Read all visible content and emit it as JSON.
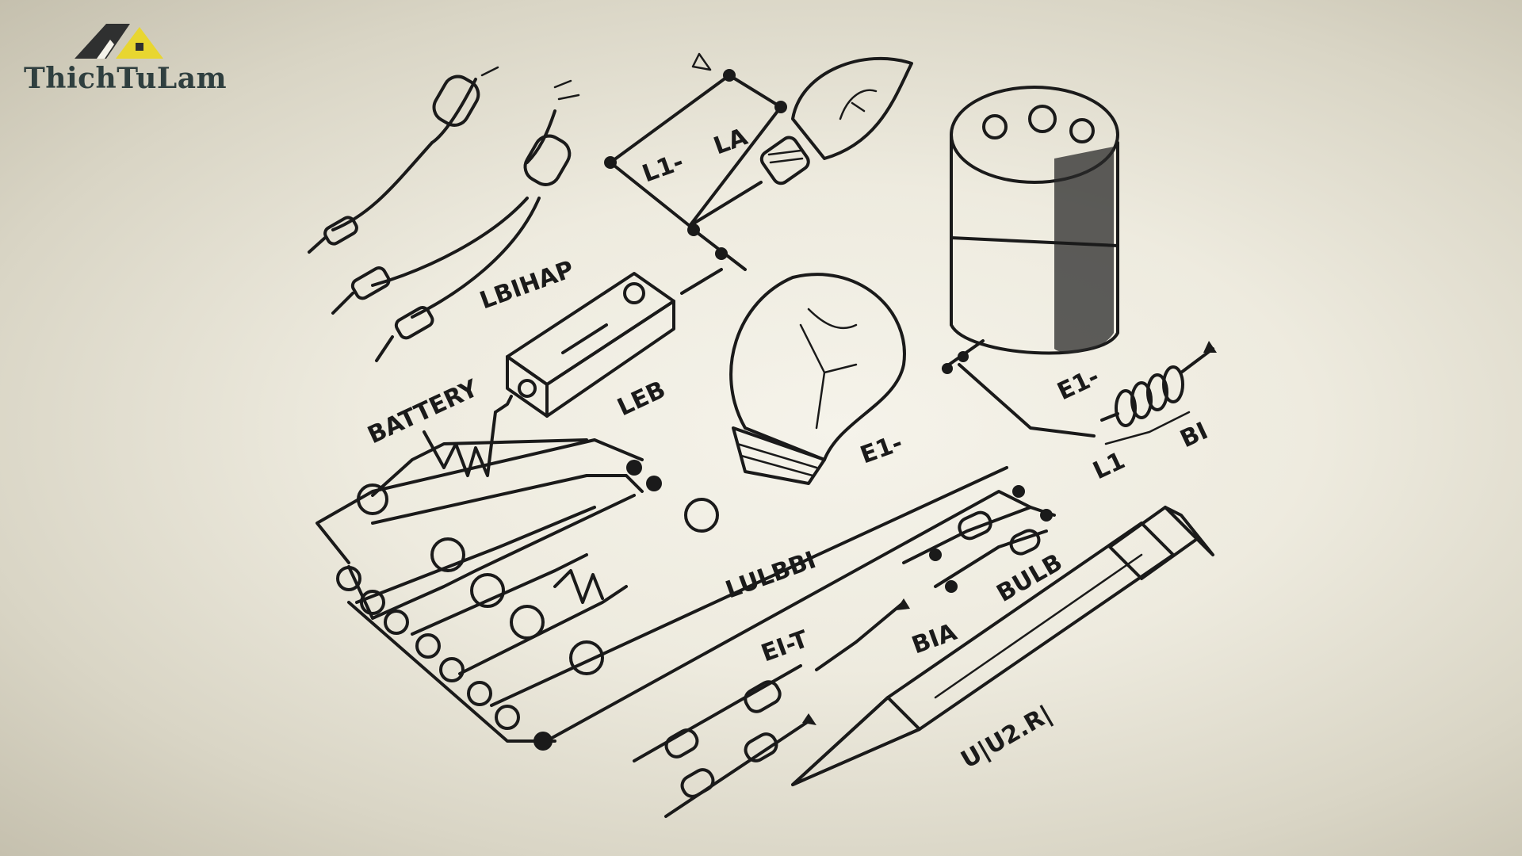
{
  "logo": {
    "text": "ThichTuLam"
  },
  "labels": {
    "battery": "BATTERY",
    "lbhap": "LBIHAP",
    "leb": "LEB",
    "l1": "L1-",
    "la": "LA",
    "lulbbi": "LULBBI",
    "e1_mid": "E1-",
    "eit": "EI-T",
    "bia": "BIA",
    "bulb": "BULB",
    "e1_right": "E1-",
    "l1_bottom": "L1",
    "bi": "BI",
    "formula": "U|U2.R|"
  },
  "colors": {
    "ink": "#1a1a1a",
    "paper": "#f5f3ea",
    "logo_yellow": "#e8d630",
    "logo_text": "#2f3f3f"
  }
}
